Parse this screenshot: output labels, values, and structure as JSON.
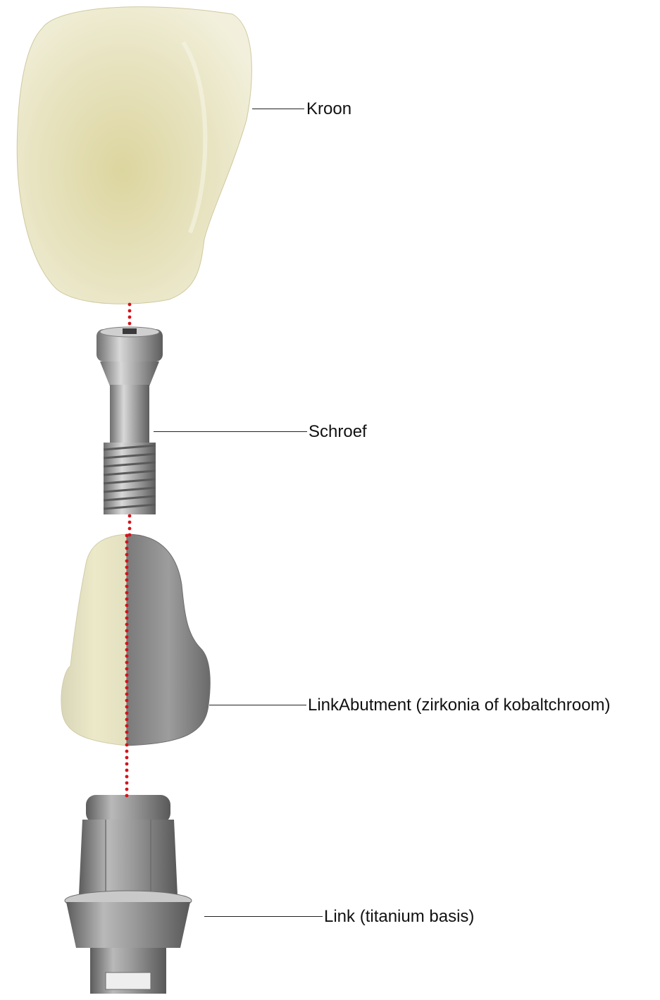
{
  "labels": {
    "crown": "Kroon",
    "screw": "Schroef",
    "link_abutment": "LinkAbutment (zirkonia of kobaltchroom)",
    "link_base": "Link (titanium basis)"
  },
  "colors": {
    "axis_dots": "#d4141c",
    "porcelain": "#e6e2bd",
    "porcelain_shade": "#c9c296",
    "titanium": "#a6a6a6",
    "titanium_dark": "#6f6f6f",
    "metal_abutment": "#8c8c8c"
  }
}
